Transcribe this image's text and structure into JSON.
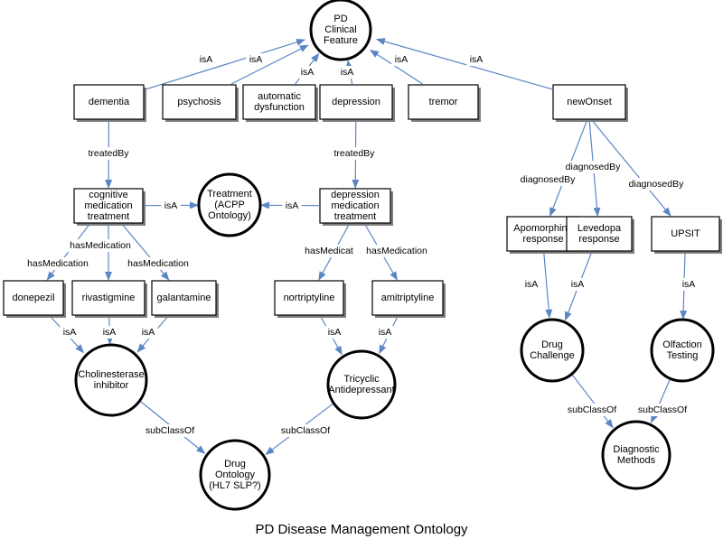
{
  "diagram": {
    "caption": "PD Disease Management Ontology",
    "colors": {
      "edge": "#5b86c5",
      "node_border": "#000000",
      "background": "#ffffff"
    },
    "nodes": {
      "pd_clinical_feature": {
        "shape": "circle",
        "lines": [
          "PD",
          "Clinical",
          "Feature"
        ]
      },
      "dementia": {
        "shape": "box",
        "lines": [
          "dementia"
        ]
      },
      "psychosis": {
        "shape": "box",
        "lines": [
          "psychosis"
        ]
      },
      "automatic_dysfunction": {
        "shape": "box",
        "lines": [
          "automatic",
          "dysfunction"
        ]
      },
      "depression": {
        "shape": "box",
        "lines": [
          "depression"
        ]
      },
      "tremor": {
        "shape": "box",
        "lines": [
          "tremor"
        ]
      },
      "new_onset": {
        "shape": "box",
        "lines": [
          "newOnset"
        ]
      },
      "cognitive_medication_treatment": {
        "shape": "box",
        "lines": [
          "cognitive",
          "medication",
          "treatment"
        ]
      },
      "treatment_acpp": {
        "shape": "circle",
        "lines": [
          "Treatment",
          "(ACPP",
          "Ontology)"
        ]
      },
      "depression_medication_treatment": {
        "shape": "box",
        "lines": [
          "depression",
          "medication",
          "treatment"
        ]
      },
      "donepezil": {
        "shape": "box",
        "lines": [
          "donepezil"
        ]
      },
      "rivastigmine": {
        "shape": "box",
        "lines": [
          "rivastigmine"
        ]
      },
      "galantamine": {
        "shape": "box",
        "lines": [
          "galantamine"
        ]
      },
      "nortriptyline": {
        "shape": "box",
        "lines": [
          "nortriptyline"
        ]
      },
      "amitriptyline": {
        "shape": "box",
        "lines": [
          "amitriptyline"
        ]
      },
      "cholinesterase_inhibitor": {
        "shape": "circle",
        "lines": [
          "Cholinesterase",
          "inhibitor"
        ]
      },
      "tricyclic_antidepressant": {
        "shape": "circle",
        "lines": [
          "Tricyclic",
          "Antidepressant"
        ]
      },
      "drug_ontology": {
        "shape": "circle",
        "lines": [
          "Drug",
          "Ontology",
          "(HL7 SLP?)"
        ]
      },
      "apomorphine_response": {
        "shape": "box",
        "lines": [
          "Apomorphine",
          "response"
        ]
      },
      "levedopa_response": {
        "shape": "box",
        "lines": [
          "Levedopa",
          "response"
        ]
      },
      "upsit": {
        "shape": "box",
        "lines": [
          "UPSIT"
        ]
      },
      "drug_challenge": {
        "shape": "circle",
        "lines": [
          "Drug",
          "Challenge"
        ]
      },
      "olfaction_testing": {
        "shape": "circle",
        "lines": [
          "Olfaction",
          "Testing"
        ]
      },
      "diagnostic_methods": {
        "shape": "circle",
        "lines": [
          "Diagnostic",
          "Methods"
        ]
      }
    },
    "edges": [
      {
        "from": "dementia",
        "to": "pd_clinical_feature",
        "label": "isA"
      },
      {
        "from": "psychosis",
        "to": "pd_clinical_feature",
        "label": "isA"
      },
      {
        "from": "automatic_dysfunction",
        "to": "pd_clinical_feature",
        "label": "isA"
      },
      {
        "from": "depression",
        "to": "pd_clinical_feature",
        "label": "isA"
      },
      {
        "from": "tremor",
        "to": "pd_clinical_feature",
        "label": "isA"
      },
      {
        "from": "new_onset",
        "to": "pd_clinical_feature",
        "label": "isA"
      },
      {
        "from": "dementia",
        "to": "cognitive_medication_treatment",
        "label": "treatedBy"
      },
      {
        "from": "depression",
        "to": "depression_medication_treatment",
        "label": "treatedBy"
      },
      {
        "from": "cognitive_medication_treatment",
        "to": "treatment_acpp",
        "label": "isA"
      },
      {
        "from": "depression_medication_treatment",
        "to": "treatment_acpp",
        "label": "isA"
      },
      {
        "from": "cognitive_medication_treatment",
        "to": "donepezil",
        "label": "hasMedication"
      },
      {
        "from": "cognitive_medication_treatment",
        "to": "rivastigmine",
        "label": "hasMedication"
      },
      {
        "from": "cognitive_medication_treatment",
        "to": "galantamine",
        "label": "hasMedication"
      },
      {
        "from": "depression_medication_treatment",
        "to": "nortriptyline",
        "label": "hasMedicat"
      },
      {
        "from": "depression_medication_treatment",
        "to": "amitriptyline",
        "label": "hasMedication"
      },
      {
        "from": "donepezil",
        "to": "cholinesterase_inhibitor",
        "label": "isA"
      },
      {
        "from": "rivastigmine",
        "to": "cholinesterase_inhibitor",
        "label": "isA"
      },
      {
        "from": "galantamine",
        "to": "cholinesterase_inhibitor",
        "label": "isA"
      },
      {
        "from": "nortriptyline",
        "to": "tricyclic_antidepressant",
        "label": "isA"
      },
      {
        "from": "amitriptyline",
        "to": "tricyclic_antidepressant",
        "label": "isA"
      },
      {
        "from": "cholinesterase_inhibitor",
        "to": "drug_ontology",
        "label": "subClassOf"
      },
      {
        "from": "tricyclic_antidepressant",
        "to": "drug_ontology",
        "label": "subClassOf"
      },
      {
        "from": "new_onset",
        "to": "apomorphine_response",
        "label": "diagnosedBy"
      },
      {
        "from": "new_onset",
        "to": "levedopa_response",
        "label": "diagnosedBy"
      },
      {
        "from": "new_onset",
        "to": "upsit",
        "label": "diagnosedBy"
      },
      {
        "from": "apomorphine_response",
        "to": "drug_challenge",
        "label": "isA"
      },
      {
        "from": "levedopa_response",
        "to": "drug_challenge",
        "label": "isA"
      },
      {
        "from": "upsit",
        "to": "olfaction_testing",
        "label": "isA"
      },
      {
        "from": "drug_challenge",
        "to": "diagnostic_methods",
        "label": "subClassOf"
      },
      {
        "from": "olfaction_testing",
        "to": "diagnostic_methods",
        "label": "subClassOf"
      }
    ]
  }
}
